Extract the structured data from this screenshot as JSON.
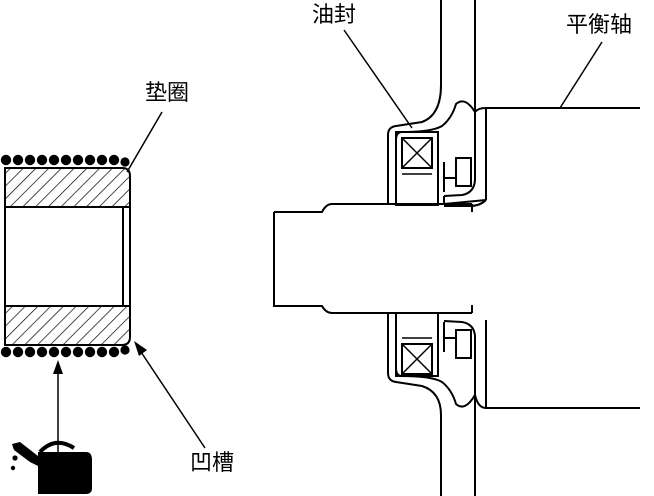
{
  "labels": {
    "washer": "垫圈",
    "groove": "凹槽",
    "oil_seal": "油封",
    "balance_shaft": "平衡轴"
  },
  "colors": {
    "line": "#000000",
    "background": "#ffffff"
  },
  "icons": {
    "oil_can": "oil-can-icon"
  }
}
